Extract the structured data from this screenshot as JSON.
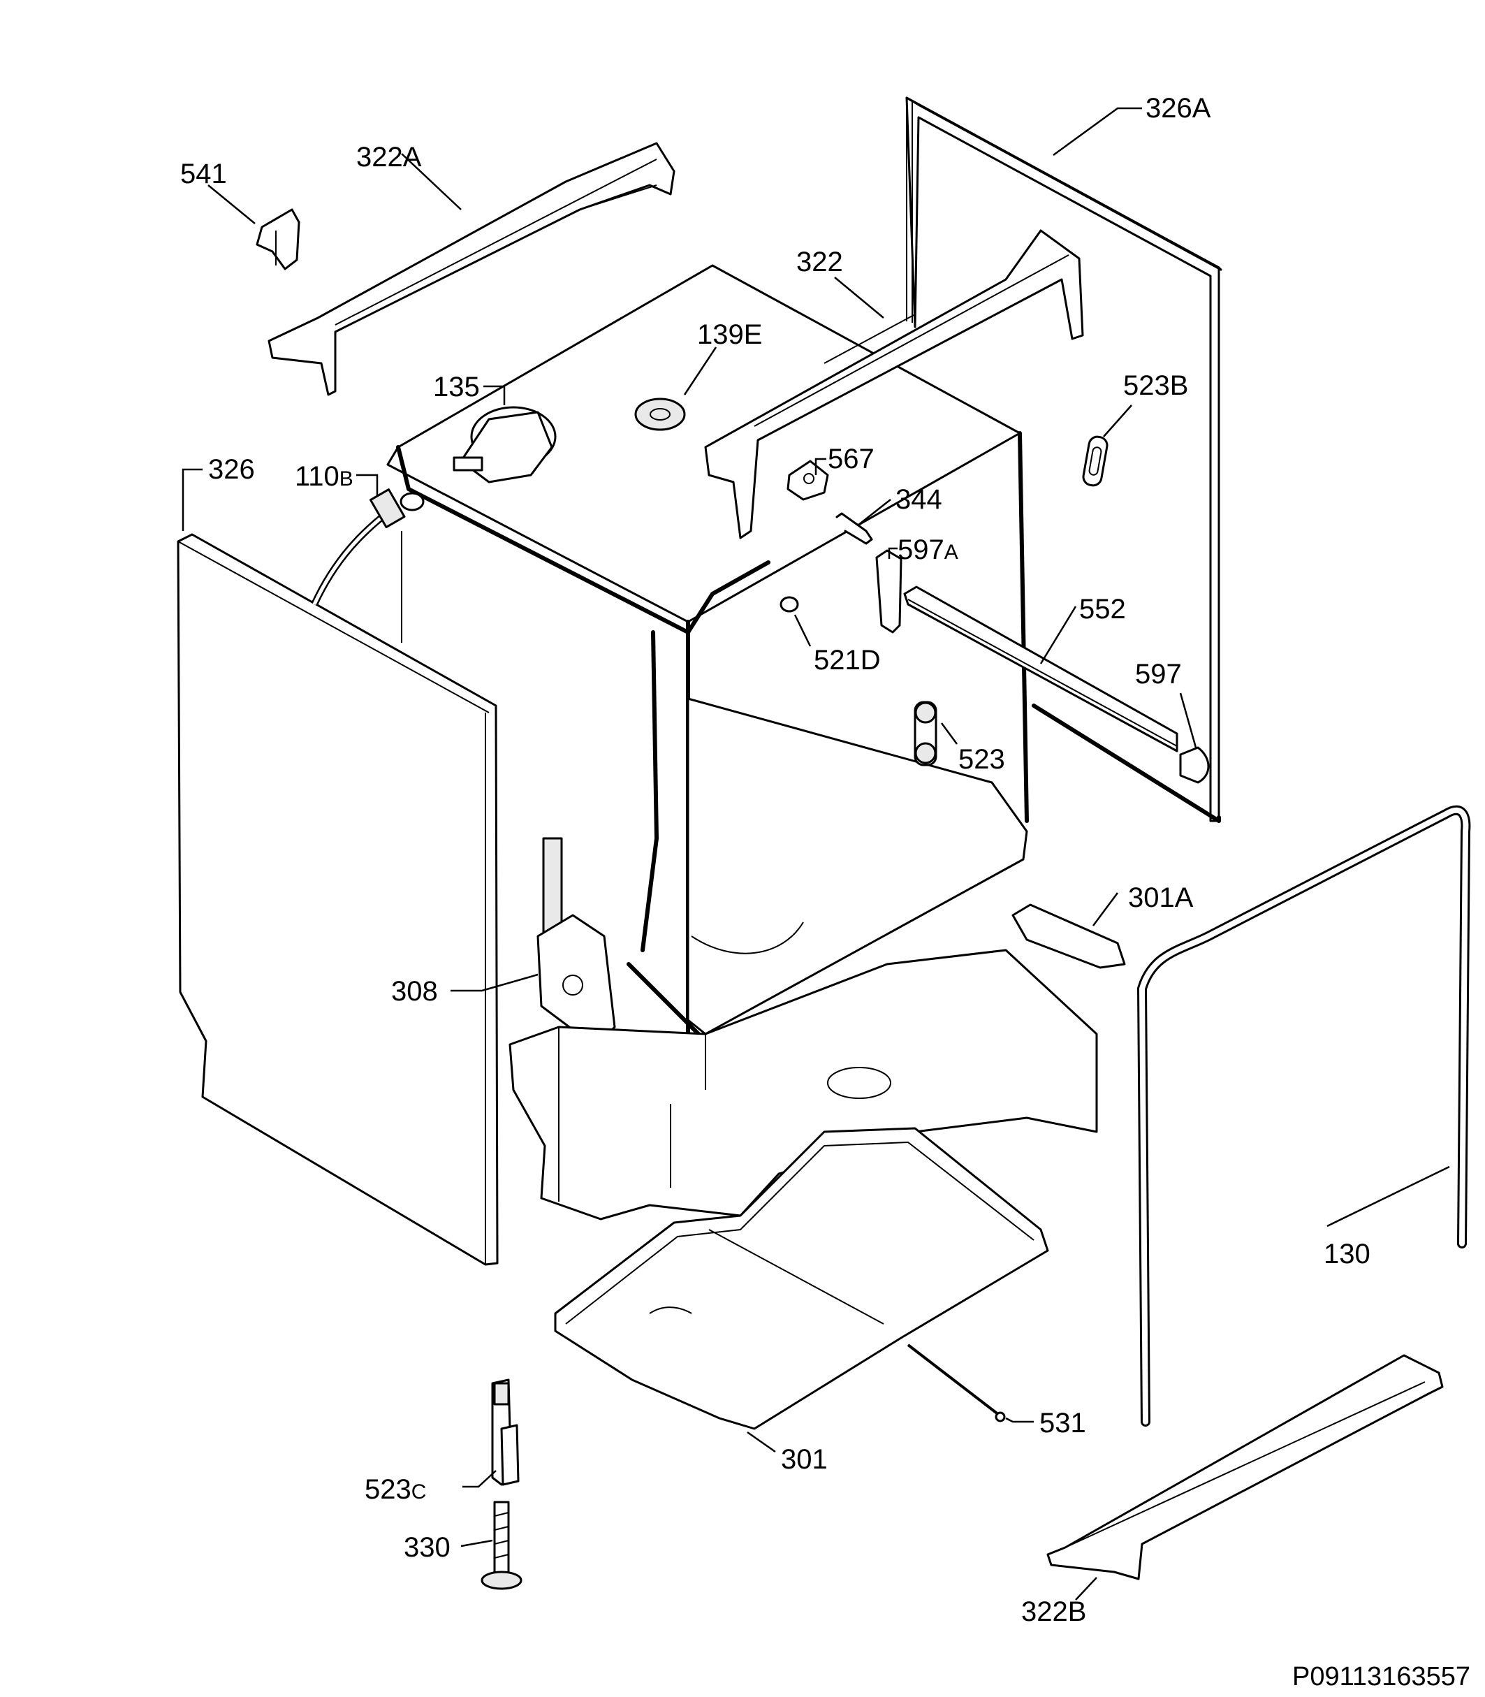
{
  "diagram": {
    "document_number": "P09113163557",
    "labels": {
      "l326A": "326A",
      "l541": "541",
      "l322A": "322A",
      "l322": "322",
      "l139E": "139E",
      "l135": "135",
      "l523B": "523B",
      "l326": "326",
      "l110_main": "110",
      "l110_suffix": "B",
      "l567": "567",
      "l344": "344",
      "l597A_main": "597",
      "l597A_suffix": "A",
      "l552": "552",
      "l521D": "521D",
      "l597": "597",
      "l523": "523",
      "l301A": "301A",
      "l308": "308",
      "l130": "130",
      "l531": "531",
      "l301": "301",
      "l523C_main": "523",
      "l523C_suffix": "C",
      "l330": "330",
      "l322B": "322B"
    }
  }
}
